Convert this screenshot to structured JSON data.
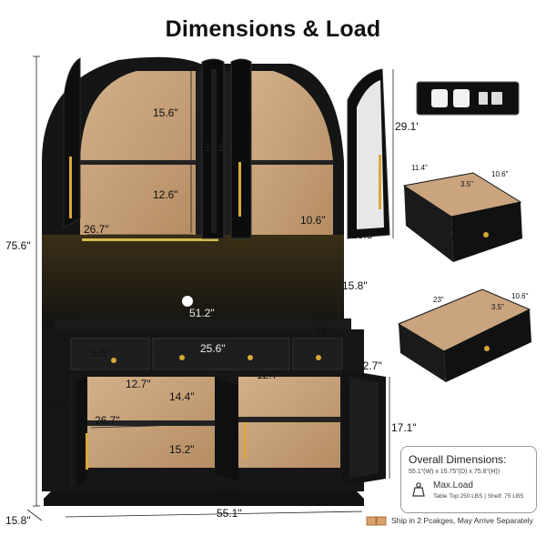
{
  "page": {
    "title": "Dimensions & Load"
  },
  "labels": {
    "total_height": "75.6\"",
    "base_depth": "15.8\"",
    "total_width": "55.1\"",
    "arch_height": "29.1'",
    "upper_mid_height": "31.5\"",
    "upper_top_shelf": "15.6\"",
    "upper_bottom_shelf": "12.6\"",
    "upper_width": "26.7\"",
    "upper_depth": "10.6\"",
    "upper_side_depth": "13.8\"",
    "hutch_gap_height": "15.8\"",
    "counter_width": "51.2\"",
    "counter_depth": "11\"",
    "small_drawer_width": "5.5\"",
    "drawer_height_left": "12.7\"",
    "mid_drawer_width": "25.6\"",
    "drawer_height_mid": "12.7\"",
    "lower_depth": "12.7\"",
    "lower_height": "28.4\"",
    "lower_shelf_height": "14.4\"",
    "lower_width": "26.7\"",
    "lower_right_height": "17.1\"",
    "lower_bottom_height": "15.2\"",
    "leg_height": "3.5\"",
    "drawer1_width": "11.4\"",
    "drawer1_depth": "10.6\"",
    "drawer1_height": "3.5\"",
    "drawer2_width": "23\"",
    "drawer2_depth": "10.6\"",
    "drawer2_height": "3.5\""
  },
  "info": {
    "title": "Overall Dimensions:",
    "dims": "55.1\"(W) x 15.75\"(D) x 75.8\"(H))",
    "load_title": "Max.Load",
    "load_detail": "Table Top:250 LBS | Shelf: 75 LBS"
  },
  "footer": {
    "ship_text": "Ship in 2 Pcakges, May Arrive Separately"
  },
  "colors": {
    "cabinet": "#141414",
    "wood": "#c9a47e",
    "gold": "#d8a93a",
    "led": "#f2d45c"
  },
  "icons": [
    "weight-icon",
    "package-icon",
    "power-outlet-icon"
  ]
}
